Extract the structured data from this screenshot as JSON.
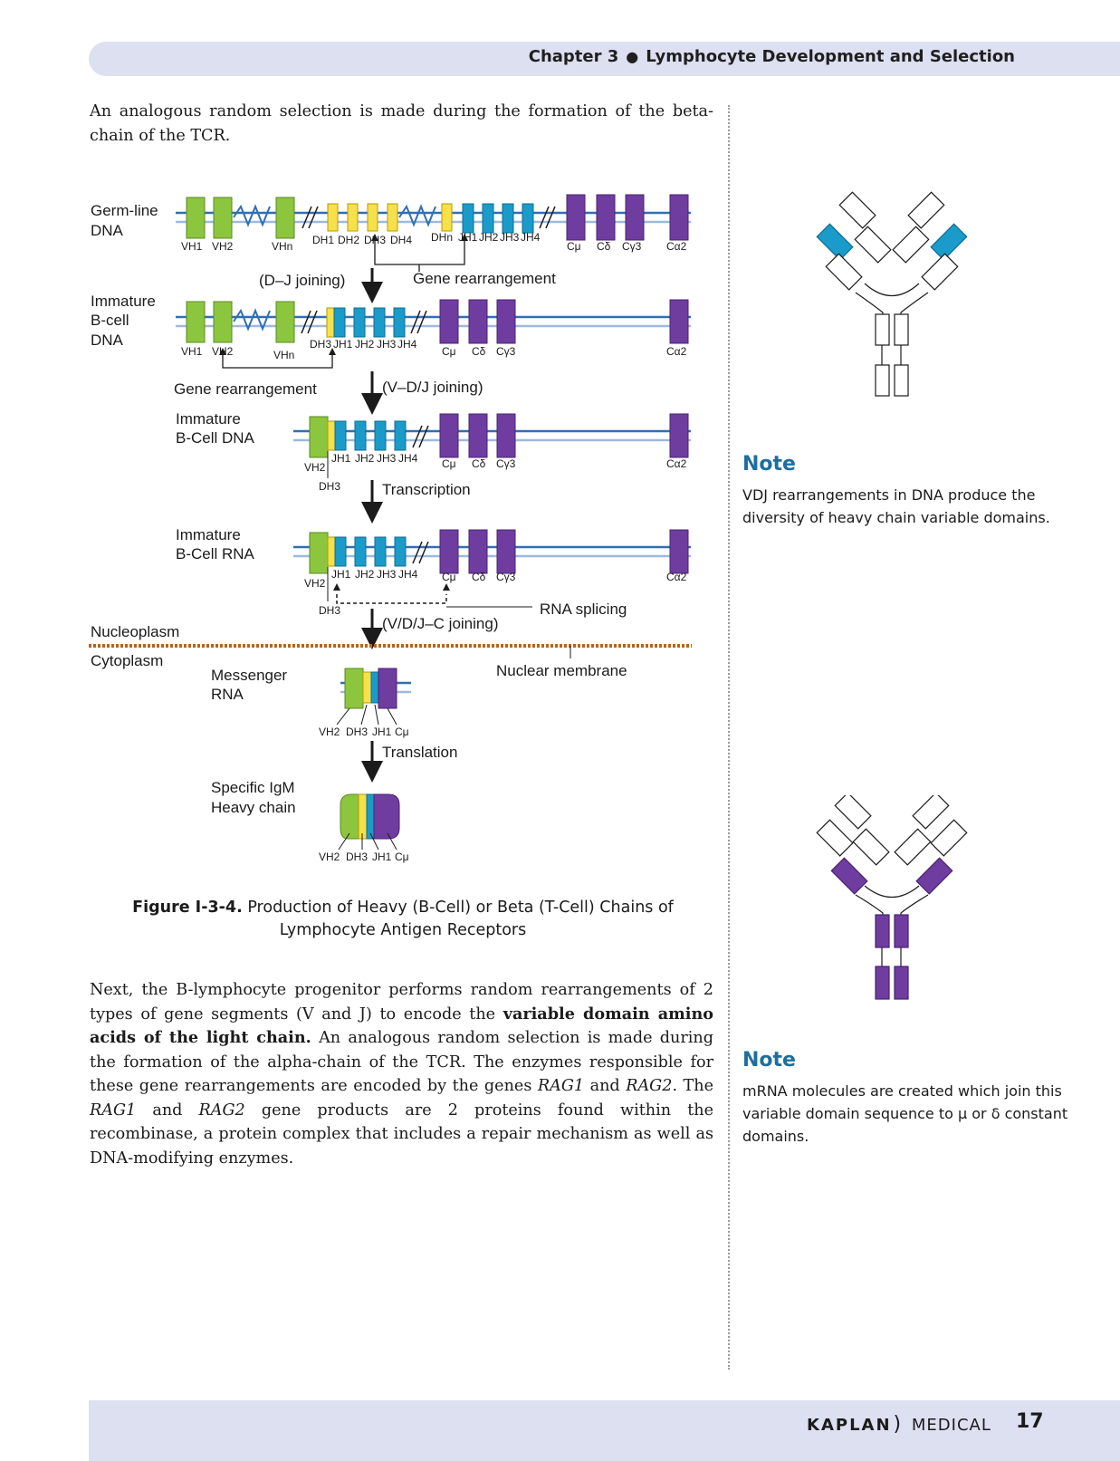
{
  "header": {
    "chapter": "Chapter 3",
    "title": "Lymphocyte Development and Selection"
  },
  "intro_text": "An analogous random selection is made during the formation of the beta-chain of the TCR.",
  "figure": {
    "labels": {
      "germline": [
        "Germ-line",
        "DNA"
      ],
      "immature_bcell_dna1": [
        "Immature",
        "B-cell",
        "DNA"
      ],
      "immature_bcell_dna2": [
        "Immature",
        "B-Cell DNA"
      ],
      "immature_bcell_rna": [
        "Immature",
        "B-Cell RNA"
      ],
      "messenger_rna": [
        "Messenger",
        "RNA"
      ],
      "specific_igm": [
        "Specific IgM",
        "Heavy chain"
      ],
      "nucleoplasm": "Nucleoplasm",
      "cytoplasm": "Cytoplasm",
      "nuclear_membrane": "Nuclear membrane"
    },
    "steps": {
      "dj_joining": "(D–J  joining)",
      "gene_rearrangement_1": "Gene rearrangement",
      "gene_rearrangement_2": "Gene rearrangement",
      "vdj_joining": "(V–D/J  joining)",
      "transcription": "Transcription",
      "rna_splicing": "RNA splicing",
      "vdjc_joining": "(V/D/J–C joining)",
      "translation": "Translation"
    },
    "segments": {
      "vh1": "VH1",
      "vh2": "VH2",
      "vhn": "VHn",
      "dh1": "DH1",
      "dh2": "DH2",
      "dh3": "DH3",
      "dh4": "DH4",
      "dhn": "DHn",
      "jh1": "JH1",
      "jh2": "JH2",
      "jh3": "JH3",
      "jh4": "JH4",
      "cmu": "Cμ",
      "cdelta": "Cδ",
      "cgamma3": "Cγ3",
      "calpha2": "Cα2"
    },
    "colors": {
      "v": "#8cc63f",
      "d": "#f7e14b",
      "j": "#1b9bc9",
      "c": "#6f3da0",
      "line_dark": "#2f6fb5",
      "line_light": "#9db9e0",
      "membrane": "#b5651d"
    }
  },
  "caption": {
    "label": "Figure I-3-4.",
    "text": "Production of Heavy (B-Cell) or Beta (T-Cell) Chains of Lymphocyte Antigen Receptors"
  },
  "body_text": {
    "p1": "Next, the B-lymphocyte progenitor performs random rearrangements of 2 types of gene segments (V and J) to encode the",
    "p1_bold": "variable domain amino acids of the light chain.",
    "p2": "An analogous random selection is made during the formation of the alpha-chain of the TCR. The enzymes responsible for these gene rearrangements are encoded by the genes",
    "rag1": "RAG1",
    "and": "and",
    "rag2": "RAG2",
    "p3": ". The",
    "p4": "gene products are 2 proteins found within the recombinase, a protein complex that includes a repair mechanism as well as DNA-modifying enzymes."
  },
  "notes": [
    {
      "title": "Note",
      "text": "VDJ rearrangements in DNA produce the diversity of heavy chain variable domains."
    },
    {
      "title": "Note",
      "text": "mRNA molecules are created which join this variable domain sequence to μ  or δ constant domains."
    }
  ],
  "footer": {
    "brand": "KAPLAN",
    "brand_suffix": "MEDICAL",
    "page_number": "17"
  }
}
